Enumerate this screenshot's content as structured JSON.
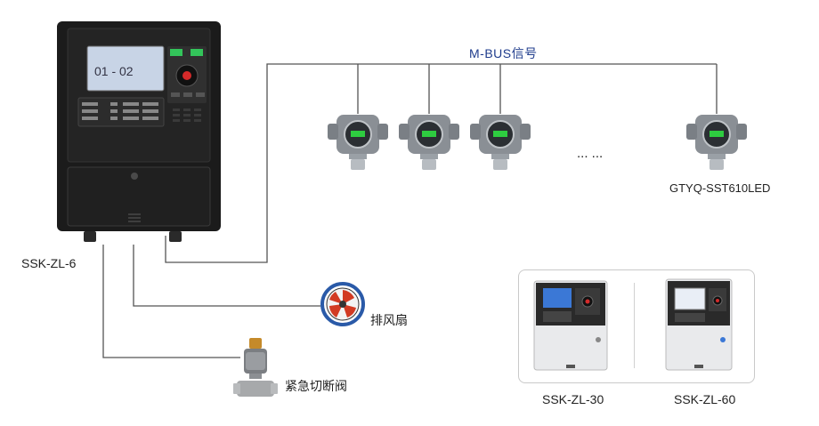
{
  "bus_label": "M-BUS信号",
  "controller": {
    "label": "SSK-ZL-6",
    "lcd_text": "01 - 02"
  },
  "detector": {
    "model": "GTYQ-SST610LED",
    "ellipsis": "... ..."
  },
  "fan_label": "排风扇",
  "valve_label": "紧急切断阀",
  "other_models": [
    "SSK-ZL-30",
    "SSK-ZL-60"
  ],
  "colors": {
    "wire": "#555555",
    "bus_text": "#1f3c8c",
    "panel": "#1b1b1b",
    "lcd": "#c8d4e6",
    "detector_body": "#8a8f95",
    "detector_led": "#2ecc40",
    "fan_ring": "#2a5aa8",
    "fan_blade": "#d23a22",
    "valve_body": "#a7a9ab",
    "valve_top": "#c58a2a"
  }
}
